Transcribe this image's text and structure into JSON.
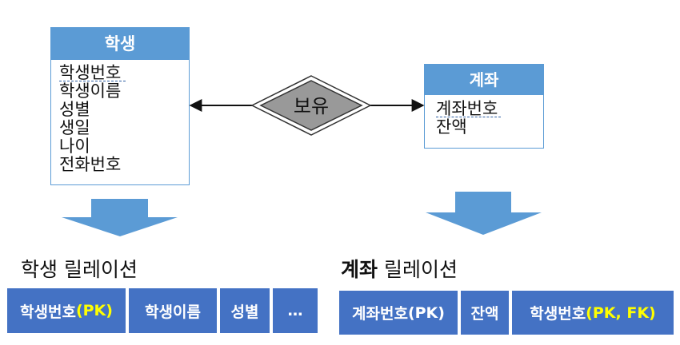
{
  "student_entity": {
    "title": "학생",
    "attributes": [
      "학생번호",
      "학생이름",
      "성별",
      "생일",
      "나이",
      "전화번호"
    ]
  },
  "account_entity": {
    "title": "계좌",
    "attributes": [
      "계좌번호",
      "잔액"
    ]
  },
  "relationship": {
    "label": "보유"
  },
  "student_relation": {
    "title": "학생 릴레이션",
    "cells": [
      {
        "text": "학생번호",
        "key": "(PK)"
      },
      {
        "text": "학생이름",
        "key": ""
      },
      {
        "text": "성별",
        "key": ""
      },
      {
        "text": "…",
        "key": ""
      }
    ]
  },
  "account_relation": {
    "title_bold": "계좌",
    "title_rest": " 릴레이션",
    "cells": [
      {
        "text": "계좌번호",
        "key": "(PK)"
      },
      {
        "text": "잔액",
        "key": ""
      },
      {
        "text": "학생번호",
        "key": "(PK, FK)"
      }
    ]
  },
  "colors": {
    "entity_blue": "#5b9bd5",
    "arrow_blue": "#5b9bd5",
    "table_blue": "#4472c4",
    "key_highlight": "#ffff00",
    "diamond_fill": "#999999"
  }
}
